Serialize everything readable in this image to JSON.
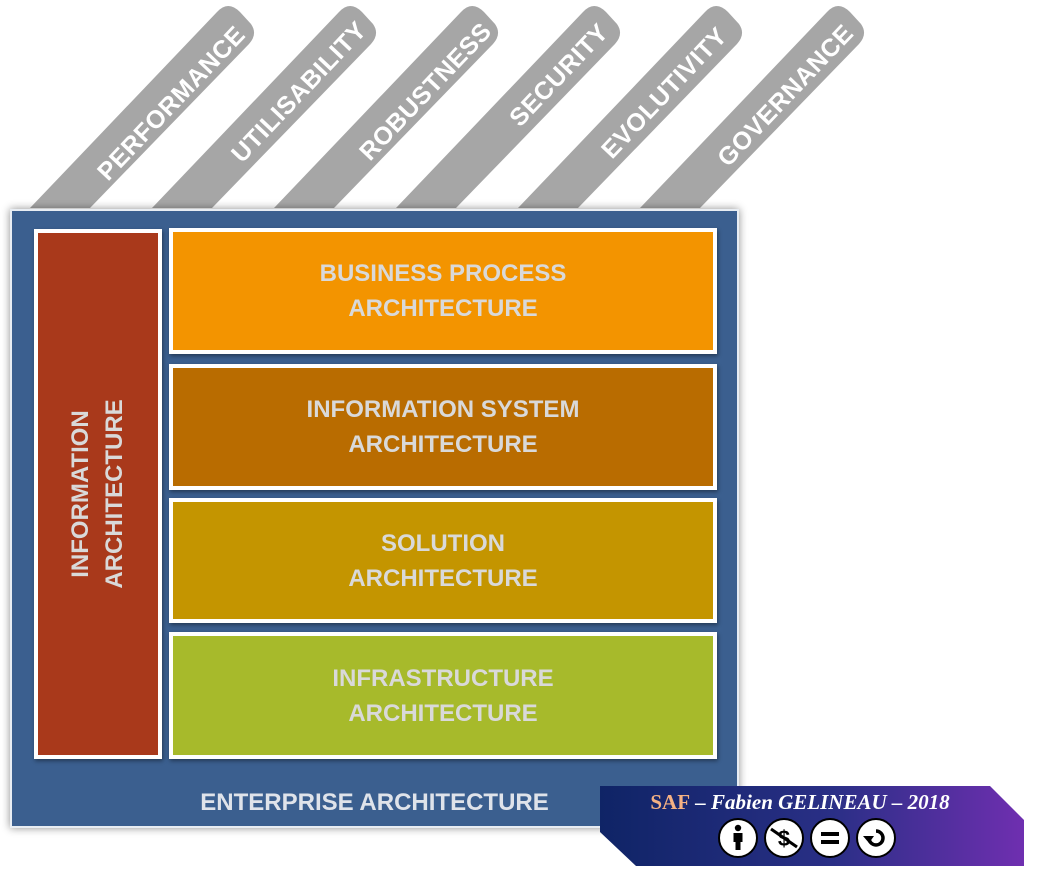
{
  "pillars": [
    {
      "label": "PERFORMANCE"
    },
    {
      "label": "UTILISABILITY"
    },
    {
      "label": "ROBUSTNESS"
    },
    {
      "label": "SECURITY"
    },
    {
      "label": "EVOLUTIVITY"
    },
    {
      "label": "GOVERNANCE"
    }
  ],
  "information_architecture": {
    "line1": "INFORMATION",
    "line2": "ARCHITECTURE"
  },
  "layers": [
    {
      "line1": "BUSINESS PROCESS",
      "line2": "ARCHITECTURE",
      "color": "#f39400"
    },
    {
      "line1": "INFORMATION SYSTEM",
      "line2": "ARCHITECTURE",
      "color": "#b96c00"
    },
    {
      "line1": "SOLUTION",
      "line2": "ARCHITECTURE",
      "color": "#c49500"
    },
    {
      "line1": "INFRASTRUCTURE",
      "line2": "ARCHITECTURE",
      "color": "#a7ba2b"
    }
  ],
  "enterprise_label": "ENTERPRISE ARCHITECTURE",
  "credit": {
    "brand": "SAF",
    "text": " – Fabien GELINEAU – 2018",
    "license_icons": [
      "cc-by-icon",
      "cc-nc-icon",
      "cc-nd-icon",
      "cc-sa-icon"
    ]
  },
  "colors": {
    "frame": "#3b5f8f",
    "information_architecture": "#a9391b",
    "pillar": "#a6a6a6"
  }
}
